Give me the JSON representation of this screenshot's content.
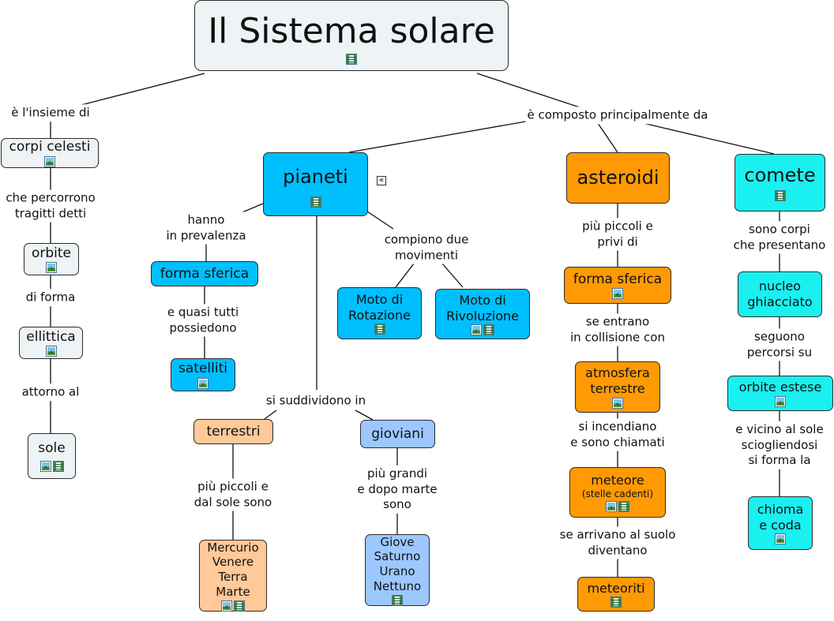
{
  "title": "Il Sistema solare",
  "nodes": {
    "corpi_celesti": "corpi celesti",
    "orbite": "orbite",
    "ellittica": "ellittica",
    "sole": "sole",
    "pianeti": "pianeti",
    "forma_sferica_pianeti": "forma sferica",
    "satelliti": "satelliti",
    "moto_rotazione": "Moto di\nRotazione",
    "moto_rivoluzione": "Moto di\nRivoluzione",
    "terrestri": "terrestri",
    "gioviani": "gioviani",
    "terrestri_list": "Mercurio\nVenere\nTerra\nMarte",
    "gioviani_list": "Giove\nSaturno\nUrano\nNettuno",
    "asteroidi": "asteroidi",
    "forma_sferica_asteroidi": "forma sferica",
    "atmosfera": "atmosfera\nterrestre",
    "meteore": "meteore",
    "meteore_sub": "(stelle cadenti)",
    "meteoriti": "meteoriti",
    "comete": "comete",
    "nucleo": "nucleo\nghiacciato",
    "orbite_estese": "orbite estese",
    "chioma": "chioma\ne coda"
  },
  "labels": {
    "insieme": "è l'insieme di",
    "composto": "è composto principalmente da",
    "percorrono": "che percorrono\ntragitti detti",
    "di_forma": "di forma",
    "attorno": "attorno al",
    "hanno": "hanno\nin prevalenza",
    "quasi_tutti": "e quasi tutti\npossiedono",
    "compiono": "compiono due\nmovimenti",
    "suddividono": "si suddividono in",
    "piu_piccoli_sole": "più piccoli e\ndal sole sono",
    "piu_grandi": "più grandi\ne dopo marte\nsono",
    "piu_piccoli_privi": "più piccoli e\nprivi di",
    "collisione": "se entrano\nin collisione con",
    "incendiano": "si incendiano\ne sono chiamati",
    "arrivano": "se arrivano al suolo\ndiventano",
    "sono_corpi": "sono corpi\nche presentano",
    "seguono": "seguono\npercorsi su",
    "vicino_sole": "e vicino al sole\nsciogliendosi\nsi forma la"
  },
  "icons": {
    "image": "image-icon",
    "film": "film-icon",
    "collapse": "collapse-icon",
    "collapse_glyph": "«"
  },
  "colors": {
    "central": "#eef3f5",
    "pianeti": "#00bfff",
    "asteroidi": "#ff9a05",
    "comete": "#1af0f0",
    "terrestri": "#ffc999",
    "gioviani": "#9cc8ff"
  }
}
